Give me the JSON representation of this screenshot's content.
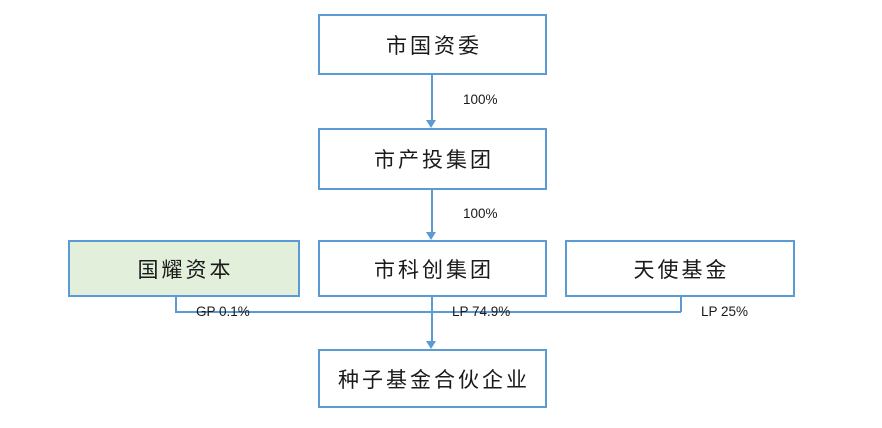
{
  "diagram": {
    "type": "organization-ownership-chart",
    "colors": {
      "border": "#5B9BD5",
      "connector": "#5B9BD5",
      "highlight_fill": "#E2EFDA",
      "default_fill": "#FFFFFF",
      "text": "#1A1A1A"
    },
    "nodes": {
      "sasac": "市国资委",
      "industrial_group": "市产投集团",
      "guoyao_capital": "国耀资本",
      "kechuang_group": "市科创集团",
      "angel_fund": "天使基金",
      "seed_fund_partnership": "种子基金合伙企业"
    },
    "edges": [
      {
        "from": "sasac",
        "to": "industrial_group",
        "label": "100%"
      },
      {
        "from": "industrial_group",
        "to": "kechuang_group",
        "label": "100%"
      },
      {
        "from": "guoyao_capital",
        "to": "seed_fund_partnership",
        "label": "GP 0.1%"
      },
      {
        "from": "kechuang_group",
        "to": "seed_fund_partnership",
        "label": "LP 74.9%"
      },
      {
        "from": "angel_fund",
        "to": "seed_fund_partnership",
        "label": "LP 25%"
      }
    ],
    "edge_labels": {
      "sasac_to_industrial": "100%",
      "industrial_to_kechuang": "100%",
      "guoyao_gp": "GP 0.1%",
      "kechuang_lp": "LP 74.9%",
      "angel_lp": "LP 25%"
    }
  }
}
